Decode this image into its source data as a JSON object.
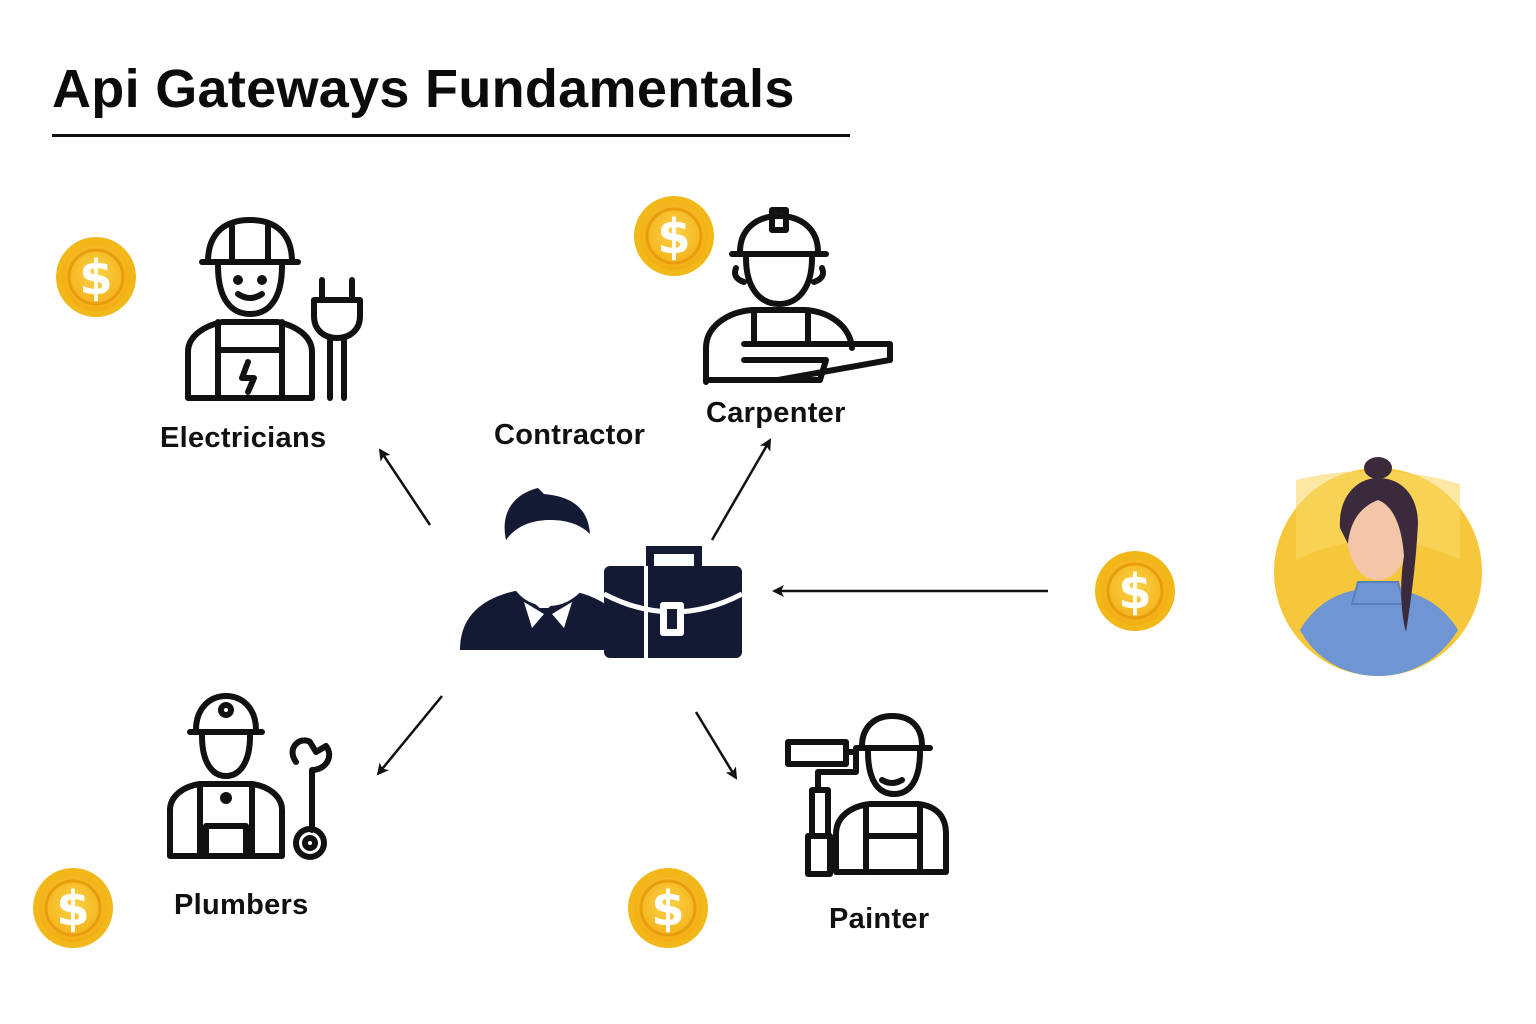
{
  "title": "Api Gateways Fundamentals",
  "nodes": {
    "contractor": "Contractor",
    "electricians": "Electricians",
    "carpenter": "Carpenter",
    "plumbers": "Plumbers",
    "painter": "Painter"
  },
  "coin_symbol": "$",
  "colors": {
    "ink": "#111111",
    "contractor": "#141a33",
    "coin_outer": "#f2b81a",
    "coin_inner": "#f7c52a",
    "customer_bg": "#f6c73a",
    "customer_shirt": "#6f96d2",
    "customer_hair": "#3b2a3c",
    "customer_skin": "#f4c6a8"
  },
  "icons": [
    "electrician-icon",
    "carpenter-icon",
    "plumber-icon",
    "painter-icon",
    "contractor-icon",
    "customer-avatar",
    "coin-icon"
  ]
}
